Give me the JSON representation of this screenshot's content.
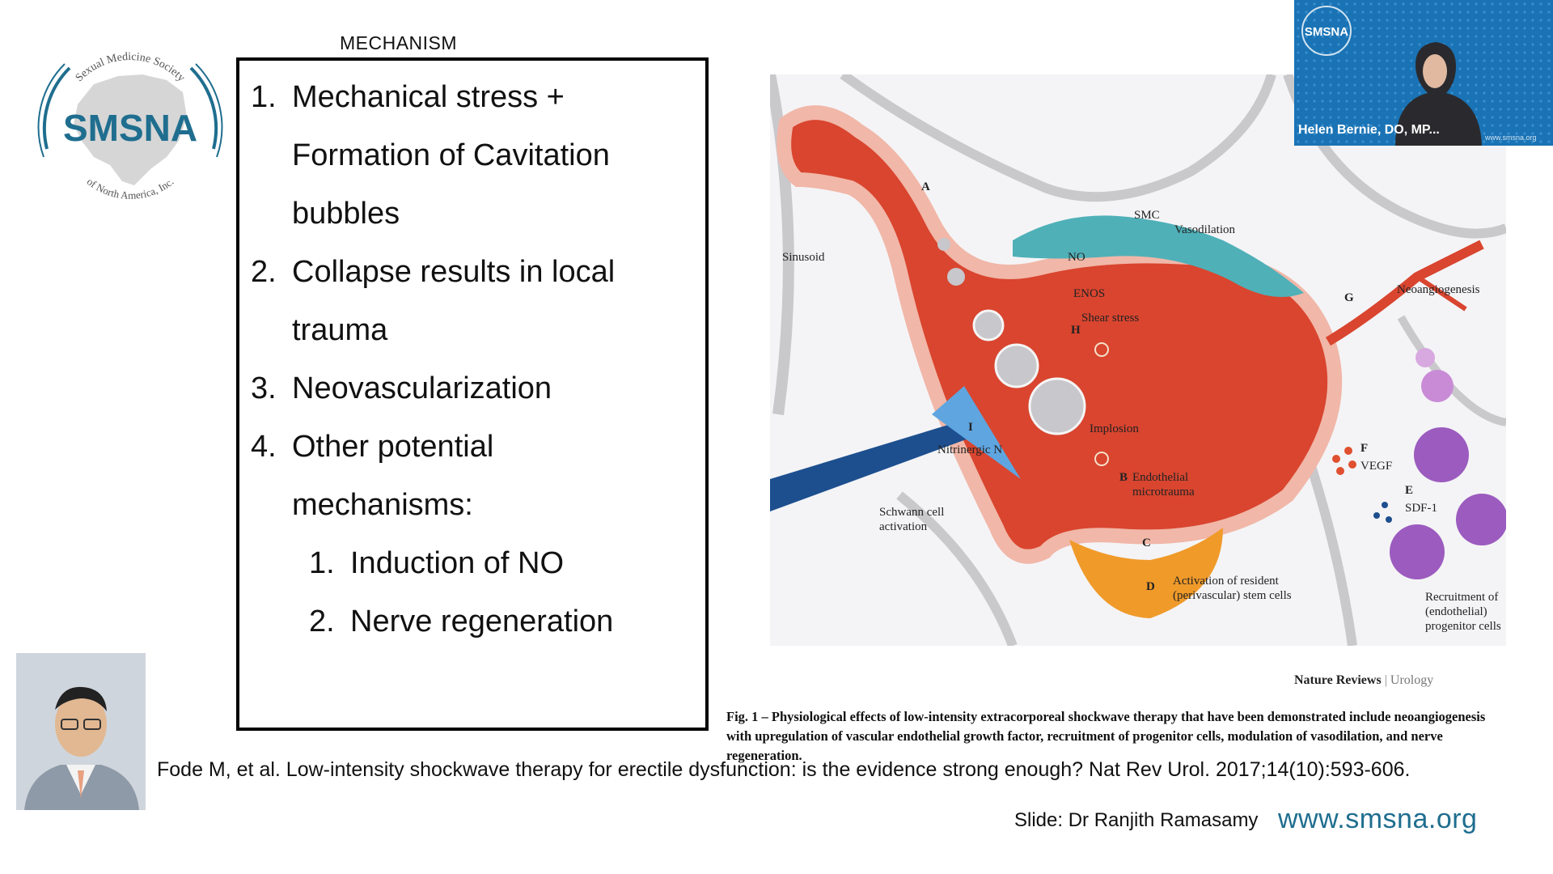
{
  "logo": {
    "arc_top": "Sexual Medicine Society",
    "main": "SMSNA",
    "arc_bottom": "of North America, Inc."
  },
  "mechanism": {
    "title": "MECHANISM",
    "items": [
      {
        "num": "1.",
        "lines": [
          "Mechanical stress +",
          "Formation of Cavitation",
          "bubbles"
        ]
      },
      {
        "num": "2.",
        "lines": [
          "Collapse results in local",
          "trauma"
        ]
      },
      {
        "num": "3.",
        "lines": [
          "Neovascularization"
        ]
      },
      {
        "num": "4.",
        "lines": [
          "Other potential",
          "mechanisms:"
        ]
      }
    ],
    "subitems": [
      {
        "num": "1.",
        "text": "Induction of NO"
      },
      {
        "num": "2.",
        "text": "Nerve regeneration"
      }
    ]
  },
  "figure": {
    "labels": {
      "sinusoid": "Sinusoid",
      "a": "A",
      "smc": "SMC",
      "vasodilation": "Vasodilation",
      "no": "NO",
      "enos": "ENOS",
      "h": "H",
      "shear_stress": "Shear stress",
      "g": "G",
      "neoangiogenesis": "Neoangiogenesis",
      "i": "I",
      "nitrinergic": "Nitrinergic N",
      "implosion": "Implosion",
      "b": "B",
      "endothelial_1": "Endothelial",
      "endothelial_2": "microtrauma",
      "f": "F",
      "vegf": "VEGF",
      "e": "E",
      "sdf": "SDF-1",
      "schwann_1": "Schwann cell",
      "schwann_2": "activation",
      "c": "C",
      "d": "D",
      "resident_1": "Activation of resident",
      "resident_2": "(perivascular) stem cells",
      "recruit_1": "Recruitment of",
      "recruit_2": "(endothelial)",
      "recruit_3": "progenitor cells"
    },
    "source_main": "Nature Reviews",
    "source_sep": "|",
    "source_sub": "Urology",
    "caption": "Fig. 1 – Physiological effects of low-intensity extracorporeal shockwave therapy that have been demonstrated include neoangiogenesis with upregulation of vascular endothelial growth factor, recruitment of progenitor cells, modulation of vasodilation, and nerve regeneration."
  },
  "reference": "Fode M, et al. Low-intensity shockwave therapy for erectile dysfunction: is the evidence strong enough? Nat Rev Urol. 2017;14(10):593-606.",
  "footer": {
    "slide_credit": "Slide: Dr Ranjith Ramasamy",
    "site": "www.smsna.org"
  },
  "webcam": {
    "badge": "SMSNA",
    "name": "Helen Bernie, DO, MP...",
    "site": "www.smsna.org"
  },
  "colors": {
    "smsna_blue": "#1f6e8f",
    "vessel_red": "#d9452f",
    "smc_teal": "#4fb0b8",
    "nerve_blue": "#1d4f8f",
    "stem_orange": "#f09a2a",
    "progenitor_purple": "#8f4fae"
  }
}
